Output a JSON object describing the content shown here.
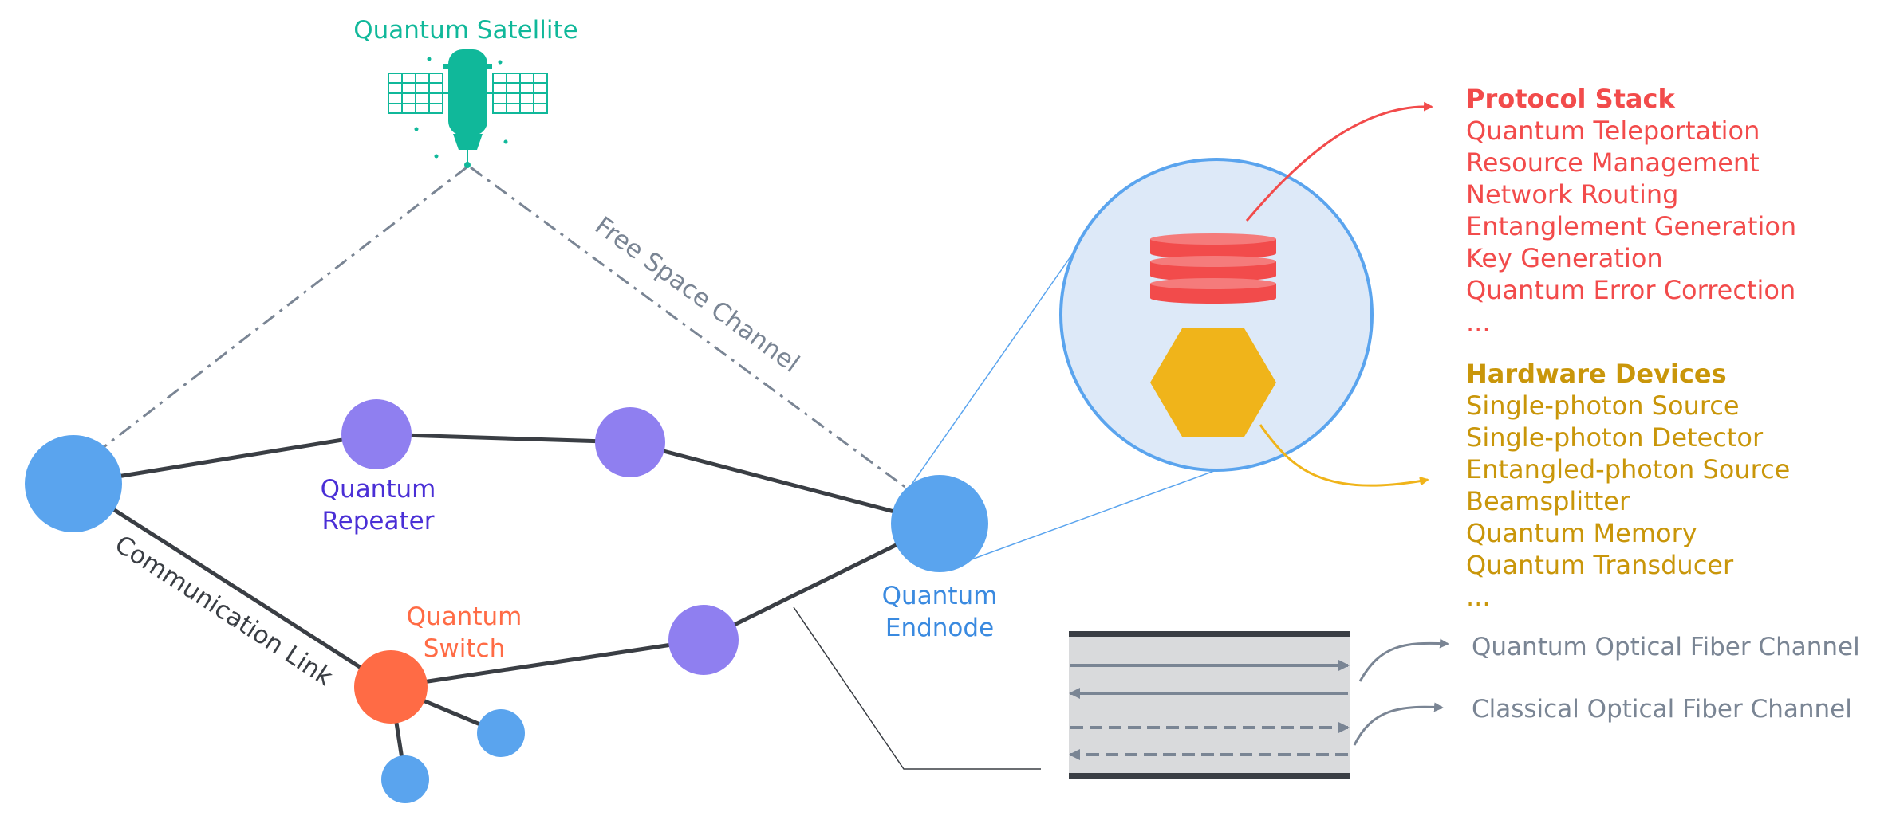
{
  "labels": {
    "satellite": "Quantum Satellite",
    "free_space": "Free Space Channel",
    "communication_link": "Communication Link",
    "repeater": [
      "Quantum",
      "Repeater"
    ],
    "switch": [
      "Quantum",
      "Switch"
    ],
    "endnode": [
      "Quantum",
      "Endnode"
    ]
  },
  "protocol_stack": {
    "title": "Protocol Stack",
    "items": [
      "Quantum Teleportation",
      "Resource Management",
      "Network Routing",
      "Entanglement Generation",
      "Key Generation",
      "Quantum Error Correction",
      "..."
    ]
  },
  "hardware_devices": {
    "title": "Hardware Devices",
    "items": [
      "Single-photon Source",
      "Single-photon Detector",
      "Entangled-photon Source",
      "Beamsplitter",
      "Quantum Memory",
      "Quantum Transducer",
      "..."
    ]
  },
  "fiber": {
    "quantum": "Quantum Optical Fiber Channel",
    "classical": "Classical Optical Fiber Channel"
  },
  "colors": {
    "satellite": "#10b89a",
    "endnode": "#5aa4ee",
    "repeater": "#8f7ff0",
    "repeater_text": "#4a2fd6",
    "switch": "#ff6b45",
    "protocol": "#f24b4b",
    "hardware": "#c9960a",
    "channel_gray": "#7a8594",
    "link": "#3a3e44"
  }
}
